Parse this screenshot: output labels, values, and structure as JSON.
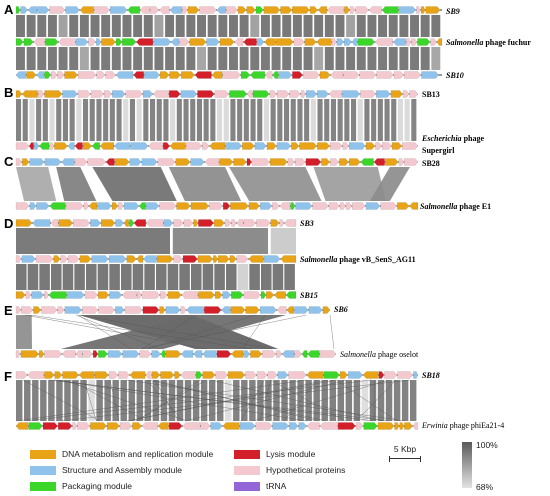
{
  "panels": [
    {
      "letter": "A",
      "tracks": [
        {
          "label": "SB9",
          "italic": true,
          "bold": true
        },
        {
          "label_italic": "Salmonella",
          "label_rest": " phage fuchur"
        },
        {
          "label": "SB10",
          "italic": true,
          "bold": true
        }
      ]
    },
    {
      "letter": "B",
      "tracks": [
        {
          "label": "SB13",
          "italic": false,
          "bold": true
        },
        {
          "label_italic": "Escherichia",
          "label_rest": " phage",
          "label_line2": "Supergirl"
        }
      ]
    },
    {
      "letter": "C",
      "tracks": [
        {
          "label": "SB28",
          "italic": false,
          "bold": true
        },
        {
          "label_italic": "Salmonella",
          "label_rest": " phage E1"
        }
      ]
    },
    {
      "letter": "D",
      "tracks": [
        {
          "label": "SB3",
          "italic": true,
          "bold": true
        },
        {
          "label_italic": "Salmonella",
          "label_rest": " phage vB_SenS_AG11"
        },
        {
          "label": "SB15",
          "italic": true,
          "bold": true
        }
      ]
    },
    {
      "letter": "E",
      "tracks": [
        {
          "label": "SB6",
          "italic": true,
          "bold": true
        },
        {
          "label_italic": "Salmonella",
          "label_rest": " phage oselot"
        }
      ]
    },
    {
      "letter": "F",
      "tracks": [
        {
          "label": "SB18",
          "italic": true,
          "bold": true
        },
        {
          "label_italic": "Erwinia",
          "label_rest": " phage phiEa21-4"
        }
      ]
    }
  ],
  "legend": {
    "items": [
      {
        "label": "DNA metabolism and replication module",
        "color": "#e8a317"
      },
      {
        "label": "Structure and Assembly module",
        "color": "#8fc3ec"
      },
      {
        "label": "Packaging module",
        "color": "#3bd62a"
      },
      {
        "label": "Lysis module",
        "color": "#d31f2a"
      },
      {
        "label": "Hypothetical proteins",
        "color": "#f3c9cf"
      },
      {
        "label": "tRNA",
        "color": "#9266d6"
      }
    ],
    "scale_label": "5 Kbp",
    "identity_max": "100%",
    "identity_min": "68%"
  },
  "colors": {
    "dna": "#e8a317",
    "struct": "#8fc3ec",
    "pack": "#3bd62a",
    "lysis": "#d31f2a",
    "hypo": "#f3c9cf",
    "trna": "#9266d6",
    "identity_dark": "#5a5a5a"
  }
}
